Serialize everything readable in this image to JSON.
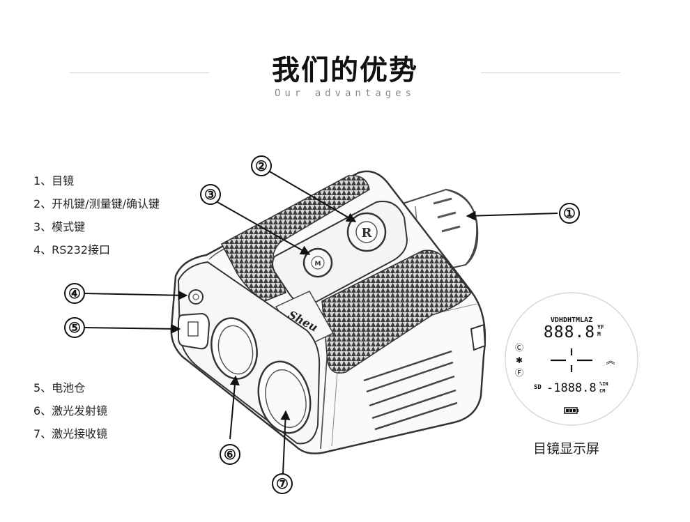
{
  "header": {
    "title": "我们的优势",
    "subtitle": "Our advantages"
  },
  "legend_top": [
    "1、目镜",
    "2、开机键/测量键/确认键",
    "3、模式键",
    "4、RS232接口"
  ],
  "legend_bottom": [
    "5、电池仓",
    "6、激光发射镜",
    "7、激光接收镜"
  ],
  "callouts": [
    "①",
    "②",
    "③",
    "④",
    "⑤",
    "⑥",
    "⑦"
  ],
  "device": {
    "brand_mark": "Sheu",
    "button_r": "R",
    "button_m": "M"
  },
  "display": {
    "caption": "目镜显示屏",
    "mode_row": "VDHDHTMLAZ",
    "main_digits": "888.8",
    "unit_top": "YF",
    "unit_bottom": "M",
    "left_c": "Ⓒ",
    "left_bt": "✱",
    "left_f": "Ⓕ",
    "chevron": "︽",
    "sd_label": "SD",
    "sd_digits": "-1888.8",
    "sd_unit_top": "%IN",
    "sd_unit_bottom": "CM"
  }
}
